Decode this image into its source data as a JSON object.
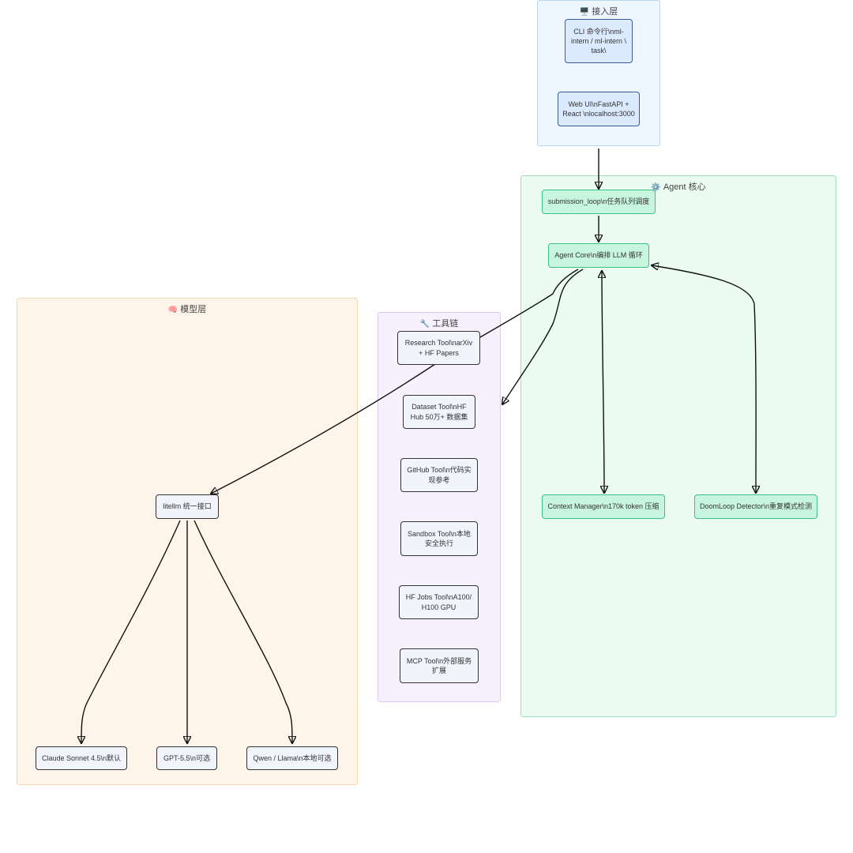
{
  "clusters": {
    "access": {
      "icon": "🖥️",
      "title": "接入层",
      "color": "#eef6ff"
    },
    "agent": {
      "icon": "⚙️",
      "title": "Agent 核心",
      "color": "#ebfbf2"
    },
    "tools": {
      "icon": "🔧",
      "title": "工具链",
      "color": "#f7f1fd"
    },
    "model": {
      "icon": "🧠",
      "title": "模型层",
      "color": "#fdf5ea"
    }
  },
  "nodes": {
    "cli": "CLI 命令行\\nml-intern / ml-intern \\ task\\",
    "webui": "Web UI\\nFastAPI + React \\nlocalhost:3000",
    "submission": "submission_loop\\n任务队列调度",
    "agent_core": "Agent Core\\n编排 LLM 循环",
    "context_manager": "Context Manager\\n170k token 压缩",
    "doomloop": "DoomLoop Detector\\n重复模式检测",
    "research_tool": "Research Tool\\narXiv + HF Papers",
    "dataset_tool": "Dataset Tool\\nHF Hub 50万+ 数据集",
    "github_tool": "GitHub Tool\\n代码实现参考",
    "sandbox_tool": "Sandbox Tool\\n本地安全执行",
    "hfjobs_tool": "HF Jobs Tool\\nA100/ H100 GPU",
    "mcp_tool": "MCP Tool\\n外部服务扩展",
    "litellm": "litellm 统一接口",
    "claude": "Claude Sonnet 4.5\\n默认",
    "gpt": "GPT-5.5\\n可选",
    "qwen": "Qwen / Llama\\n本地可选"
  },
  "edges": [
    {
      "from": "webui",
      "to": "submission",
      "arrow": "forward"
    },
    {
      "from": "submission",
      "to": "agent_core",
      "arrow": "forward"
    },
    {
      "from": "agent_core",
      "to": "tools_cluster",
      "arrow": "forward"
    },
    {
      "from": "agent_core",
      "to": "litellm",
      "arrow": "forward"
    },
    {
      "from": "agent_core",
      "to": "context_manager",
      "arrow": "both"
    },
    {
      "from": "agent_core",
      "to": "doomloop",
      "arrow": "both"
    },
    {
      "from": "litellm",
      "to": "claude",
      "arrow": "forward"
    },
    {
      "from": "litellm",
      "to": "gpt",
      "arrow": "forward"
    },
    {
      "from": "litellm",
      "to": "qwen",
      "arrow": "forward"
    }
  ]
}
